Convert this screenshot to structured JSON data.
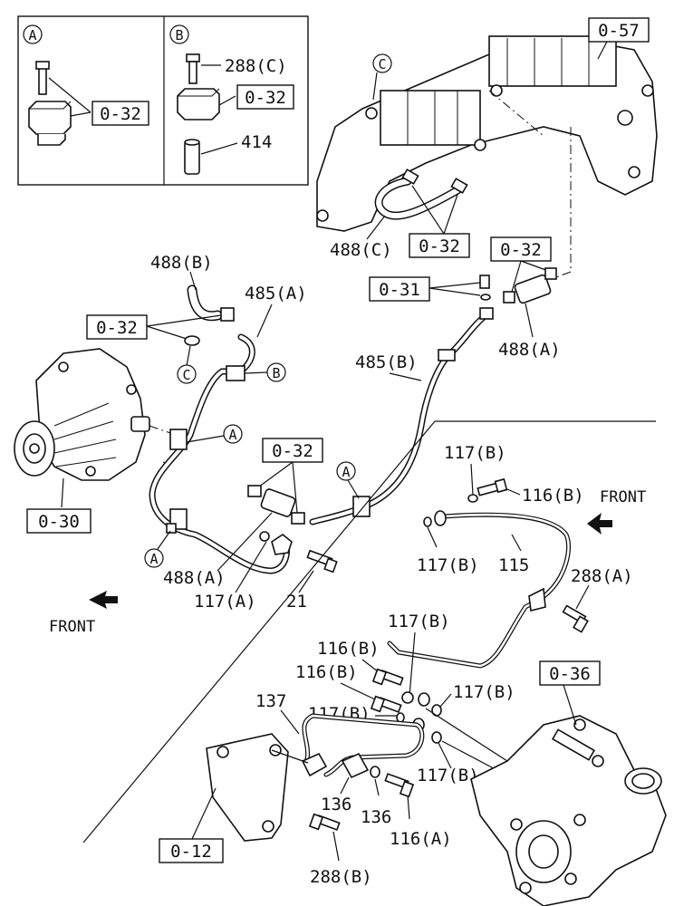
{
  "callouts": {
    "circle_a": "A",
    "circle_b": "B",
    "circle_c": "C",
    "ref_0_32": "0-32",
    "ref_0_57": "0-57",
    "ref_0_31": "0-31",
    "ref_0_30": "0-30",
    "ref_0_36": "0-36",
    "ref_0_12": "0-12"
  },
  "parts": {
    "p288c": "288(C)",
    "p414": "414",
    "p488c": "488(C)",
    "p488b": "488(B)",
    "p485a": "485(A)",
    "p485b": "485(B)",
    "p488a": "488(A)",
    "p117a": "117(A)",
    "p21": "21",
    "p117b": "117(B)",
    "p116b": "116(B)",
    "p115": "115",
    "p288a": "288(A)",
    "p137": "137",
    "p136": "136",
    "p116a": "116(A)",
    "p288b": "288(B)"
  },
  "front_labels": {
    "front_right": "FRONT",
    "front_left": "FRONT"
  }
}
